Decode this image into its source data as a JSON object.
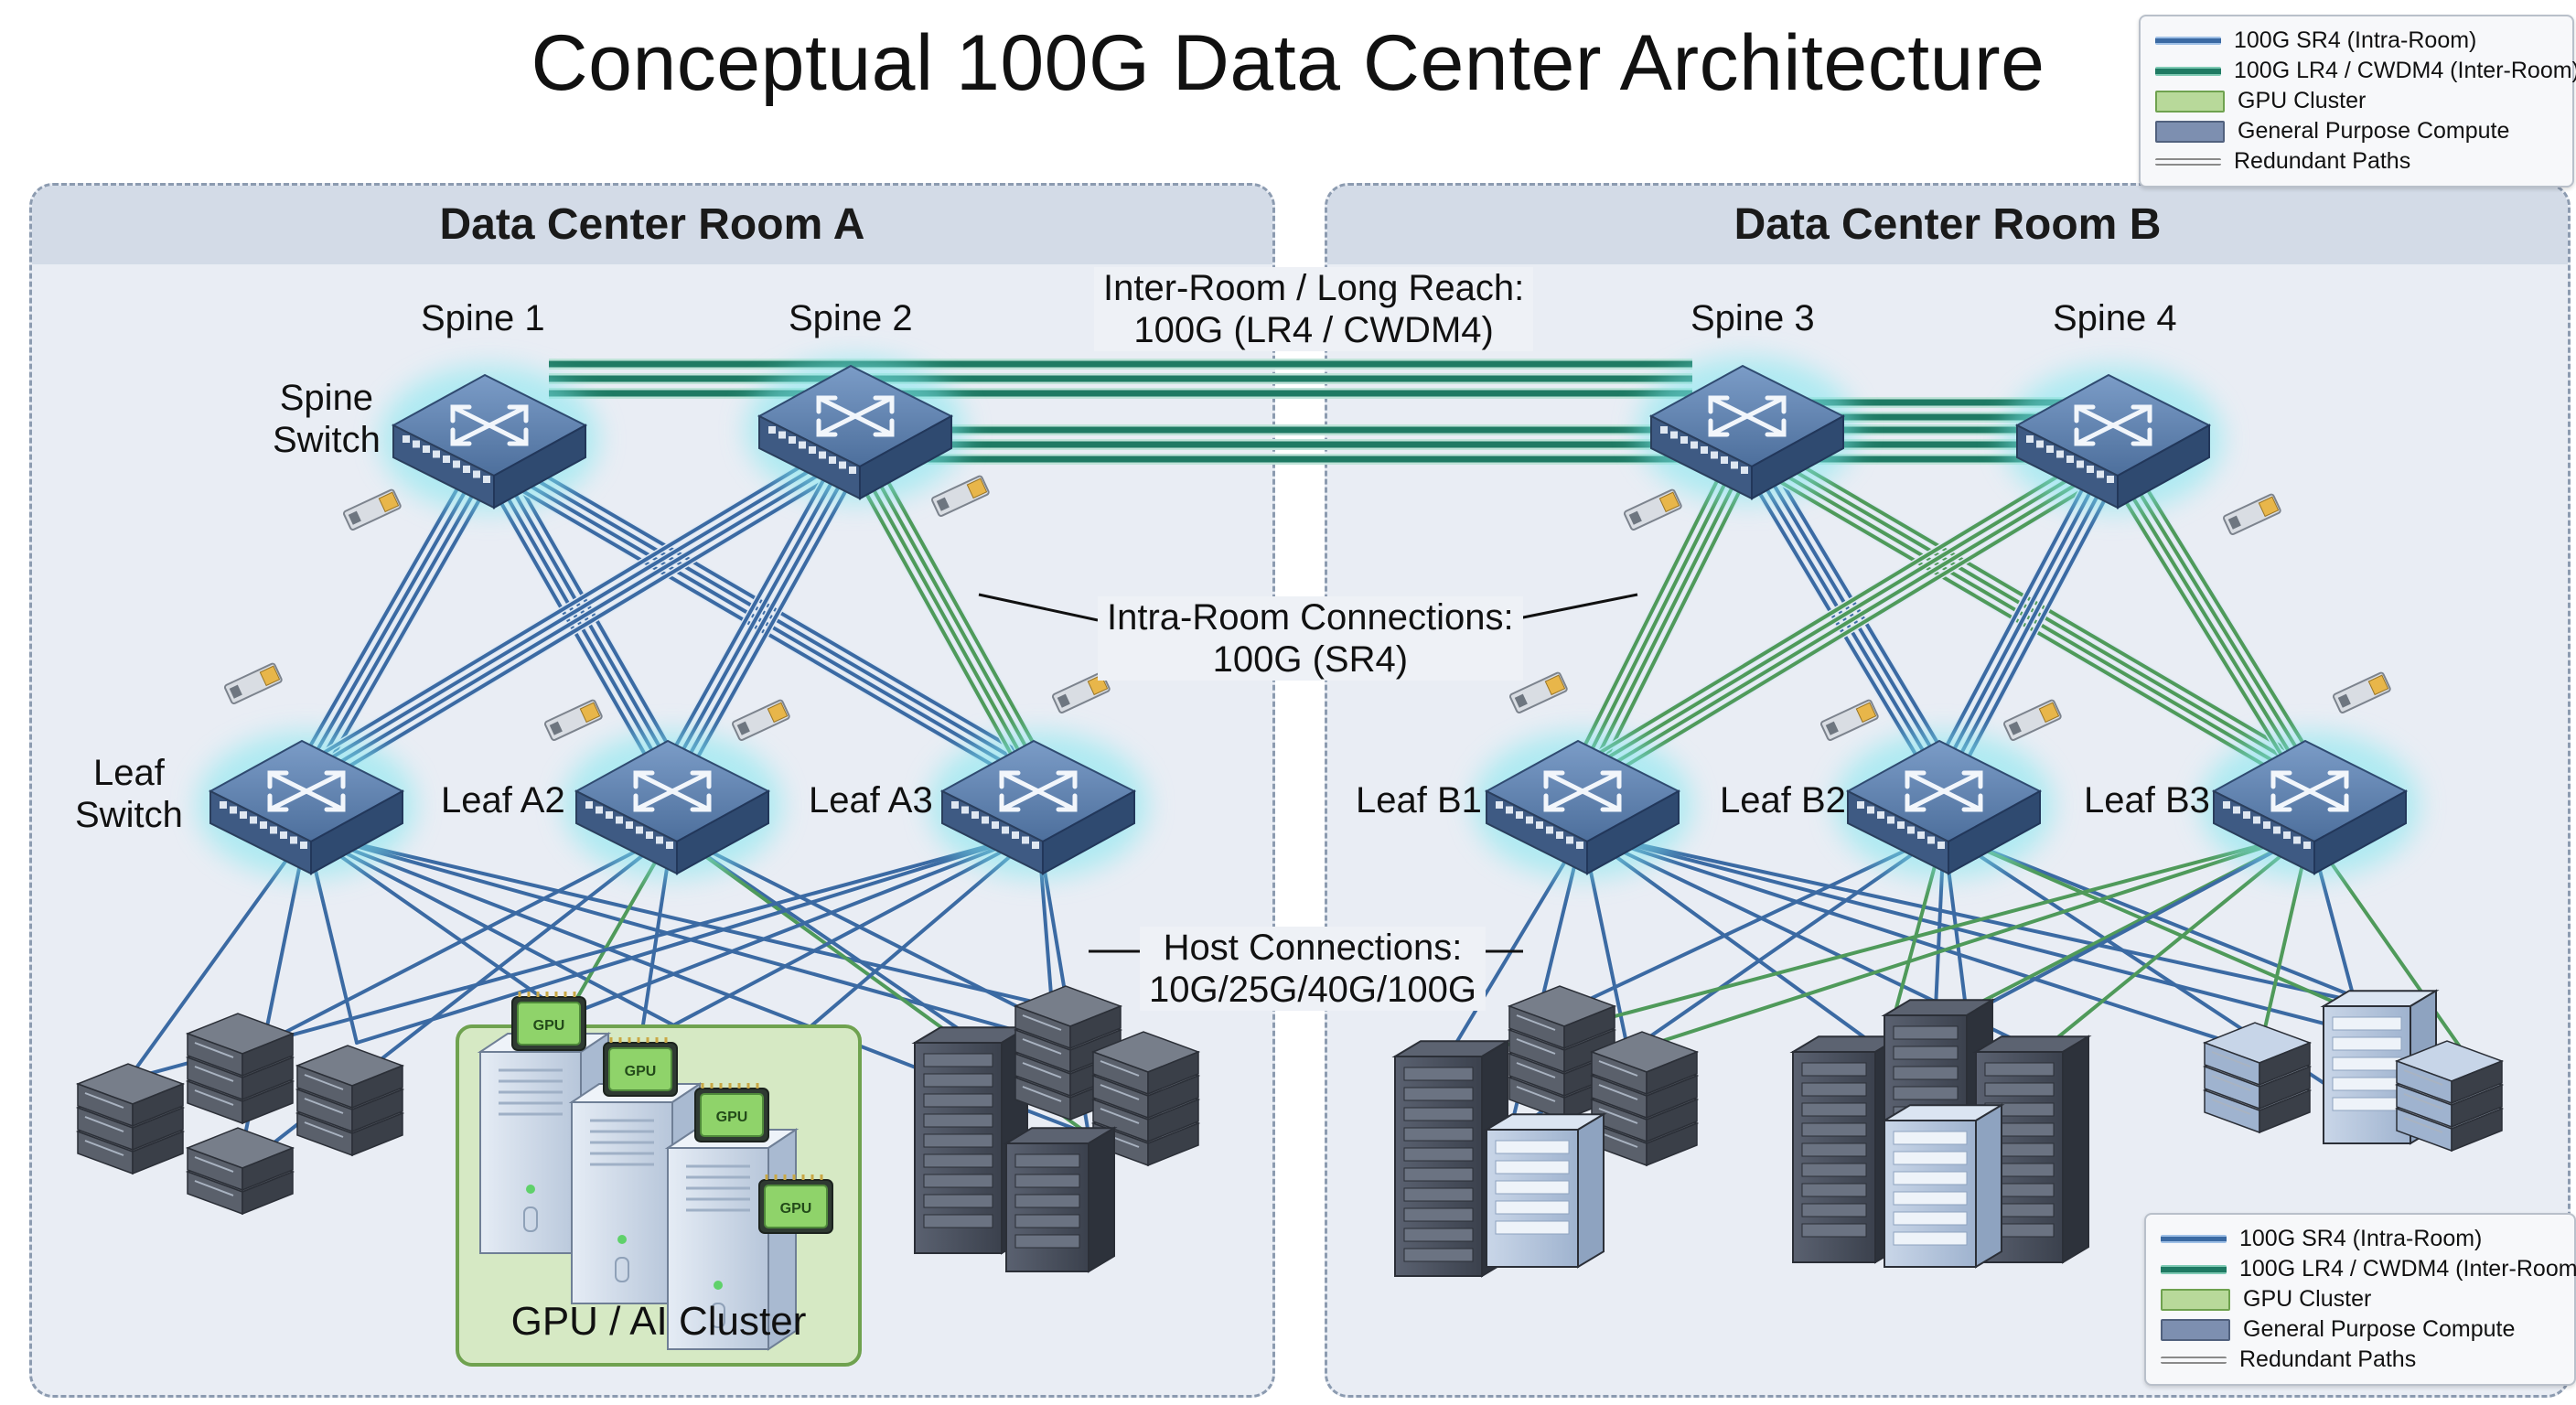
{
  "title": "Conceptual 100G Data Center Architecture",
  "rooms": {
    "a": {
      "title": "Data Center Room A"
    },
    "b": {
      "title": "Data Center Room B"
    }
  },
  "spines": {
    "s1": "Spine 1",
    "s2": "Spine 2",
    "s3": "Spine 3",
    "s4": "Spine 4"
  },
  "labels": {
    "spine_switch_line1": "Spine",
    "spine_switch_line2": "Switch",
    "leaf_switch_line1": "Leaf",
    "leaf_switch_line2": "Switch",
    "leaf_a2": "Leaf A2",
    "leaf_a3": "Leaf A3",
    "leaf_b1": "Leaf B1",
    "leaf_b2": "Leaf B2",
    "leaf_b3": "Leaf B3",
    "gpu_cluster": "GPU / AI Cluster"
  },
  "callouts": {
    "inter_room_line1": "Inter-Room / Long Reach:",
    "inter_room_line2": "100G (LR4 / CWDM4)",
    "intra_room_line1": "Intra-Room Connections:",
    "intra_room_line2": "100G (SR4)",
    "host_line1": "Host Connections:",
    "host_line2": "10G/25G/40G/100G"
  },
  "chip_text": "GPU",
  "legend": {
    "items": [
      {
        "label": "100G SR4 (Intra-Room)",
        "swatch": "sr4"
      },
      {
        "label": "100G LR4 / CWDM4 (Inter-Room)",
        "swatch": "lr4"
      },
      {
        "label": "GPU Cluster",
        "swatch": "gpu"
      },
      {
        "label": "General Purpose Compute",
        "swatch": "gen"
      },
      {
        "label": "Redundant Paths",
        "swatch": "red"
      }
    ]
  },
  "colors": {
    "sr4": "#3b6aa3",
    "lr4": "#1f7a63",
    "intra_green": "#4f9a5a",
    "switch_top": "#5d7fab",
    "switch_glow": "#7fe8f0",
    "gpu_zone": "#d6e9c4",
    "gpu_zone_border": "#6fa24f"
  }
}
